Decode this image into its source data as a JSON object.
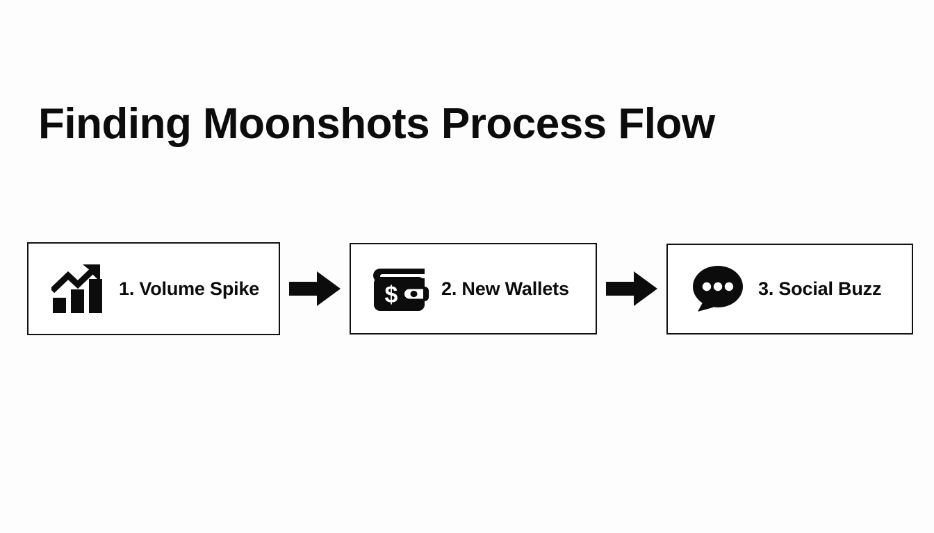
{
  "slide": {
    "title": "Finding Moonshots Process Flow",
    "background_color": "#fdfdfd",
    "foreground_color": "#0c0c0c"
  },
  "flow": {
    "steps": [
      {
        "label": "1. Volume Spike",
        "icon": "chart-growth-icon",
        "number": "1",
        "name": "Volume Spike"
      },
      {
        "label": "2. New Wallets",
        "icon": "wallet-dollar-icon",
        "number": "2",
        "name": "New Wallets"
      },
      {
        "label": "3. Social Buzz",
        "icon": "speech-bubble-dots-icon",
        "number": "3",
        "name": "Social Buzz"
      }
    ],
    "connectors": [
      {
        "icon": "arrow-right-icon"
      },
      {
        "icon": "arrow-right-icon"
      }
    ]
  }
}
